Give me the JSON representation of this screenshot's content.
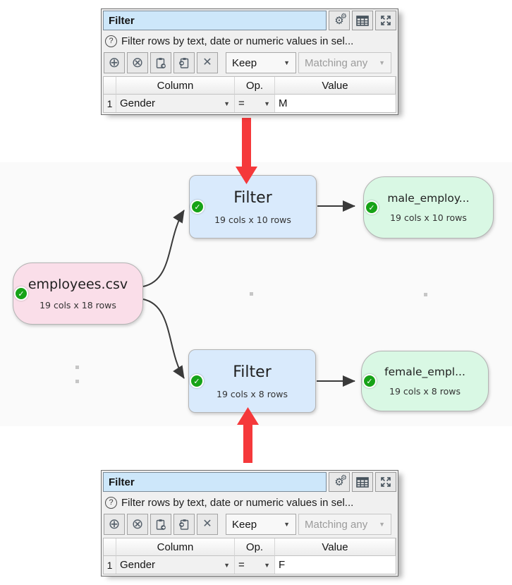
{
  "icons": {
    "gear": "⚙",
    "add": "⊕",
    "remove": "⊗",
    "clear": "✕",
    "help": "?",
    "caret": "▼",
    "check": "✓"
  },
  "panels": {
    "top": {
      "title": "Filter",
      "help_text": "Filter rows by text, date or numeric values in sel...",
      "keep_label": "Keep",
      "matching_label": "Matching any",
      "table": {
        "headers": {
          "column": "Column",
          "op": "Op.",
          "value": "Value"
        },
        "row": {
          "num": "1",
          "column": "Gender",
          "op": "=",
          "value": "M"
        }
      }
    },
    "bottom": {
      "title": "Filter",
      "help_text": "Filter rows by text, date or numeric values in sel...",
      "keep_label": "Keep",
      "matching_label": "Matching any",
      "table": {
        "headers": {
          "column": "Column",
          "op": "Op.",
          "value": "Value"
        },
        "row": {
          "num": "1",
          "column": "Gender",
          "op": "=",
          "value": "F"
        }
      }
    }
  },
  "diagram": {
    "background": "#fafafa",
    "edge_color": "#3a3a3a",
    "arrow_color": "#f5393b",
    "nodes": [
      {
        "id": "source",
        "label": "employees.csv",
        "sublabel": "19 cols x 18 rows",
        "color": "#fadee9"
      },
      {
        "id": "filter-top",
        "label": "Filter",
        "sublabel": "19 cols x 10 rows",
        "color": "#d9eafc"
      },
      {
        "id": "output-male",
        "label": "male_employ...",
        "sublabel": "19 cols x 10 rows",
        "color": "#d9f8e4"
      },
      {
        "id": "filter-bottom",
        "label": "Filter",
        "sublabel": "19 cols x 8 rows",
        "color": "#d9eafc"
      },
      {
        "id": "output-female",
        "label": "female_empl...",
        "sublabel": "19 cols x 8 rows",
        "color": "#d9f8e4"
      }
    ]
  }
}
